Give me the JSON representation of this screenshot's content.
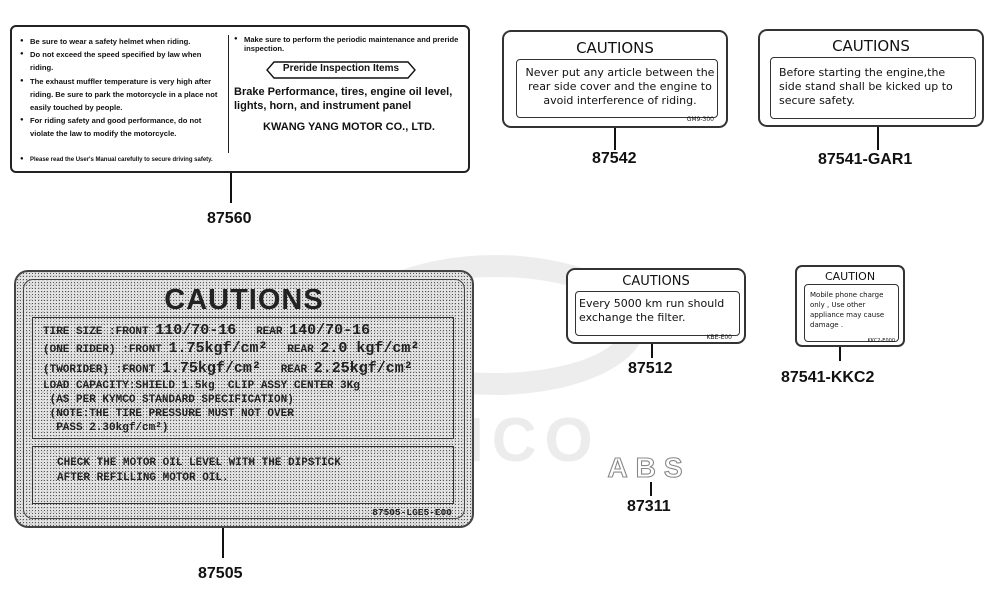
{
  "watermark": {
    "text": "KYMCO"
  },
  "labels": {
    "l87560": {
      "part_number": "87560",
      "left_bullets": [
        "Be sure to wear a safety helmet when riding.",
        "Do not exceed the speed specified by law when riding.",
        "The exhaust muffler temperature is very high after riding. Be sure to park the motorcycle in a place not easily touched by people.",
        "For riding safety and good performance, do not violate the law to modify the motorcycle."
      ],
      "right_bullet": "Make sure to perform the periodic maintenance and preride inspection.",
      "box_title": "Preride Inspection Items",
      "body": "Brake Performance, tires, engine oil level, lights, horn, and instrument panel",
      "company": "KWANG YANG MOTOR CO., LTD.",
      "footer": "Please read the User's Manual carefully to secure driving safety."
    },
    "l87542": {
      "part_number": "87542",
      "title": "CAUTIONS",
      "text": "Never put any article between the rear side cover and the engine to avoid interference of riding.",
      "code": "GM9-300"
    },
    "l87541_gar1": {
      "part_number": "87541-GAR1",
      "title": "CAUTIONS",
      "text": "Before starting the engine,the side stand shall be kicked up to secure safety."
    },
    "l87512": {
      "part_number": "87512",
      "title": "CAUTIONS",
      "text": "Every 5000 km run should exchange the filter.",
      "code": "KBE-E00"
    },
    "l87541_kkc2": {
      "part_number": "87541-KKC2",
      "title": "CAUTION",
      "text": "Mobile phone charge only , Use other appliance may cause damage .",
      "code": "KKC2-E000"
    },
    "l87311": {
      "part_number": "87311",
      "logo_text": "ABS"
    },
    "l87505": {
      "part_number": "87505",
      "title": "CAUTIONS",
      "tire_size": {
        "label": "TIRE SIZE",
        "front_label": ":FRONT",
        "front": "110/70-16",
        "rear_label": "REAR",
        "rear": "140/70-16"
      },
      "one_rider": {
        "label": "(ONE RIDER)",
        "front_label": ":FRONT",
        "front": "1.75kgf/cm²",
        "rear_label": "REAR",
        "rear": "2.0 kgf/cm²"
      },
      "two_riders": {
        "label": "(TWORIDER)",
        "front_label": ":FRONT",
        "front": "1.75kgf/cm²",
        "rear_label": "REAR",
        "rear": "2.25kgf/cm²"
      },
      "load_lines": [
        "LOAD CAPACITY:SHIELD 1.5kg  CLIP ASSY CENTER 3Kg",
        " (AS PER KYMCO STANDARD SPECIFICATION)",
        " (NOTE:THE TIRE PRESSURE MUST NOT OVER",
        "  PASS 2.30kgf/cm²)"
      ],
      "oil_lines": [
        "CHECK THE MOTOR OIL LEVEL WITH THE DIPSTICK",
        "AFTER REFILLING MOTOR OIL."
      ],
      "code": "87505-LGE5-E00"
    }
  }
}
